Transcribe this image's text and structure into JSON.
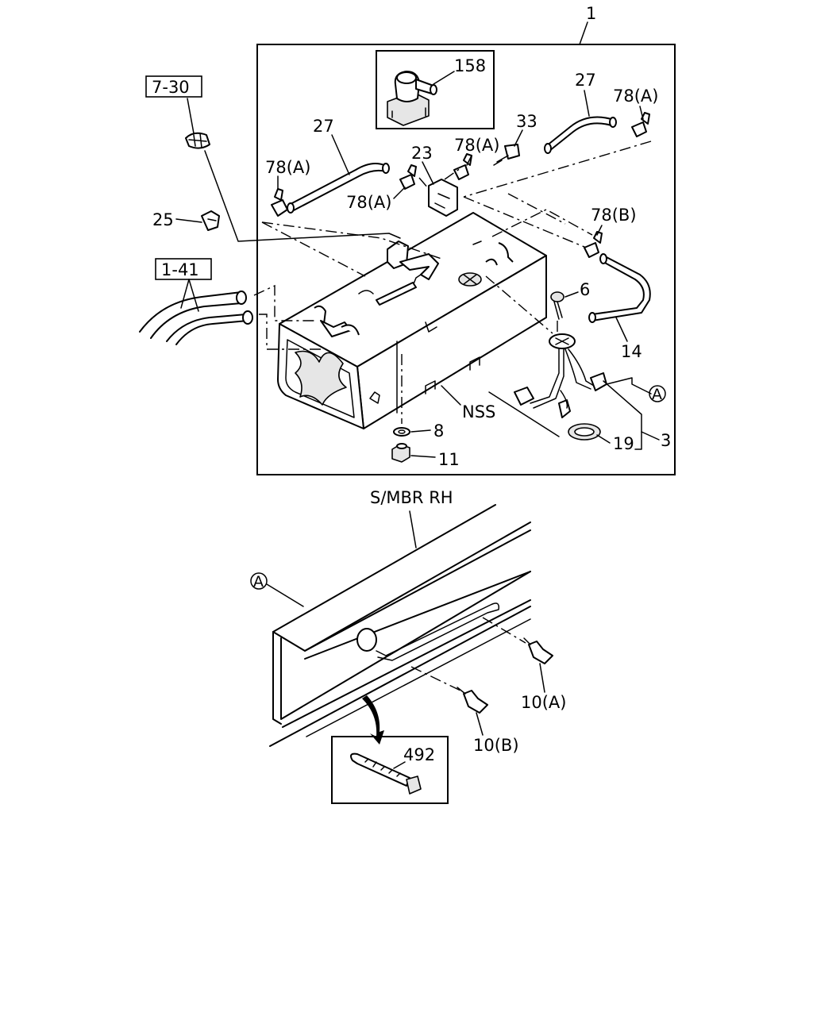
{
  "labels": {
    "ref_7_30": "7-30",
    "ref_1_41": "1-41",
    "p1": "1",
    "p158": "158",
    "p27a": "27",
    "p27b": "27",
    "p78a_1": "78(A)",
    "p78a_2": "78(A)",
    "p78a_3": "78(A)",
    "p78a_4": "78(A)",
    "p78b": "78(B)",
    "p33": "33",
    "p23": "23",
    "p25": "25",
    "p6": "6",
    "p14": "14",
    "circle_a_1": "A",
    "nss": "NSS",
    "p8": "8",
    "p11": "11",
    "p19": "19",
    "p3": "3",
    "smbr": "S/MBR RH",
    "circle_a_2": "A",
    "p10a": "10(A)",
    "p10b": "10(B)",
    "p492": "492"
  }
}
